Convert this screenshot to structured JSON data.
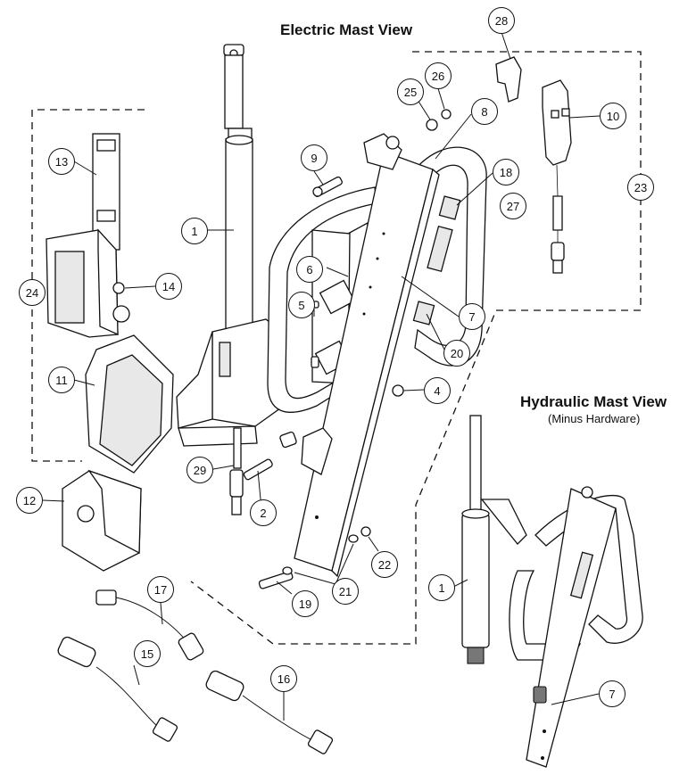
{
  "views": {
    "electric_title": "Electric Mast View",
    "hydraulic_title": "Hydraulic Mast View",
    "hydraulic_subtitle": "(Minus Hardware)"
  },
  "callouts": {
    "c1a": "1",
    "c1b": "1",
    "c2": "2",
    "c4": "4",
    "c5": "5",
    "c6": "6",
    "c7a": "7",
    "c7b": "7",
    "c8": "8",
    "c9": "9",
    "c10": "10",
    "c11": "11",
    "c12": "12",
    "c13": "13",
    "c14": "14",
    "c15": "15",
    "c16": "16",
    "c17": "17",
    "c18": "18",
    "c19": "19",
    "c20": "20",
    "c21": "21",
    "c22": "22",
    "c23": "23",
    "c24": "24",
    "c25": "25",
    "c26": "26",
    "c27": "27",
    "c28": "28",
    "c29": "29"
  }
}
